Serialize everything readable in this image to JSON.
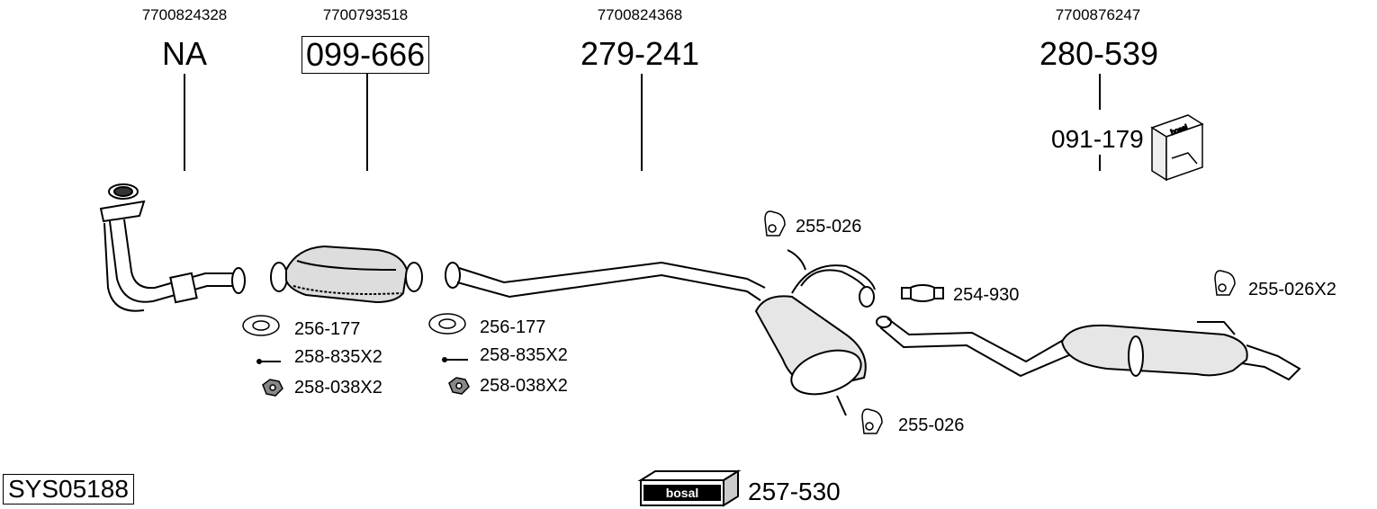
{
  "columns": [
    {
      "oem": "7700824328",
      "part": "NA",
      "boxed": false
    },
    {
      "oem": "7700793518",
      "part": "099-666",
      "boxed": true
    },
    {
      "oem": "7700824368",
      "part": "279-241",
      "boxed": false
    },
    {
      "oem": "7700876247",
      "part": "280-539",
      "boxed": false
    }
  ],
  "kit_part": "091-179",
  "fittings": {
    "cat_front": [
      "256-177",
      "258-835X2",
      "258-038X2"
    ],
    "cat_rear": [
      "256-177",
      "258-835X2",
      "258-038X2"
    ],
    "hanger_top": "255-026",
    "hanger_bottom": "255-026",
    "clamp": "254-930",
    "hanger_rear": "255-026X2"
  },
  "paste_part": "257-530",
  "brand": "bosal",
  "system_id": "SYS05188",
  "icons": [
    "exhaust-manifold-pipe-icon",
    "catalytic-converter-icon",
    "intermediate-pipe-icon",
    "middle-silencer-icon",
    "rear-silencer-icon",
    "gasket-icon",
    "bolt-icon",
    "nut-icon",
    "rubber-hanger-icon",
    "clamp-icon",
    "fitting-kit-box-icon",
    "assembly-paste-icon"
  ]
}
